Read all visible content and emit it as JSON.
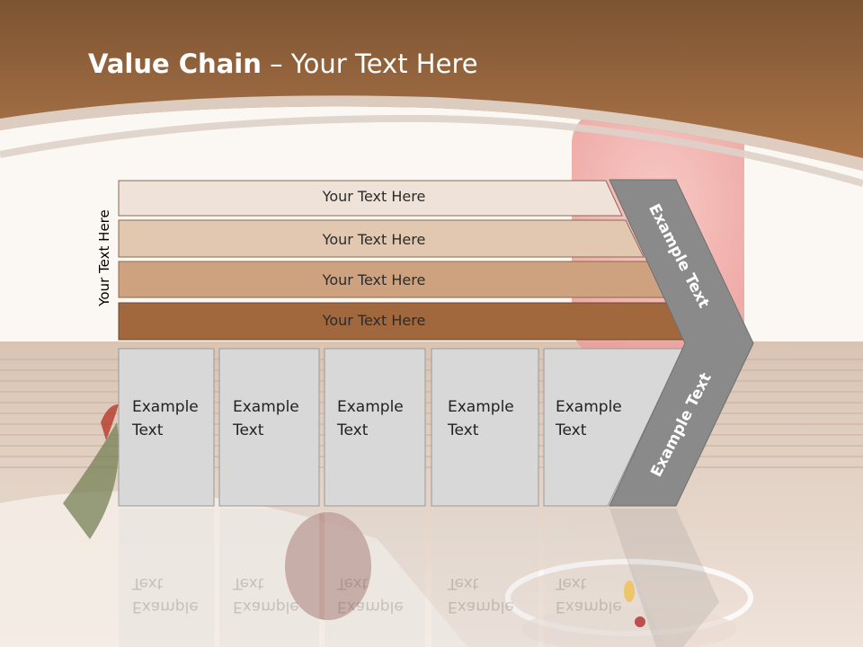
{
  "slide": {
    "title_bold": "Value Chain",
    "title_rest": " – Your Text Here",
    "side_label": "Your Text Here"
  },
  "rows": [
    {
      "label": "Your Text Here",
      "fill": "#efe3d9"
    },
    {
      "label": "Your Text Here",
      "fill": "#e2c7b1"
    },
    {
      "label": "Your Text Here",
      "fill": "#cfa27f"
    },
    {
      "label": "Your Text Here",
      "fill": "#a0683c"
    }
  ],
  "boxes": [
    {
      "line1": "Example",
      "line2": "Text"
    },
    {
      "line1": "Example",
      "line2": "Text"
    },
    {
      "line1": "Example",
      "line2": "Text"
    },
    {
      "line1": "Example",
      "line2": "Text"
    },
    {
      "line1": "Example",
      "line2": "Text"
    }
  ],
  "arrow": {
    "upper_label": "Example Text",
    "lower_label": "Example Text"
  },
  "colors": {
    "header": "#a5693c",
    "box_fill": "#d8d8d8",
    "arrow_fill": "#8a8a8a"
  }
}
